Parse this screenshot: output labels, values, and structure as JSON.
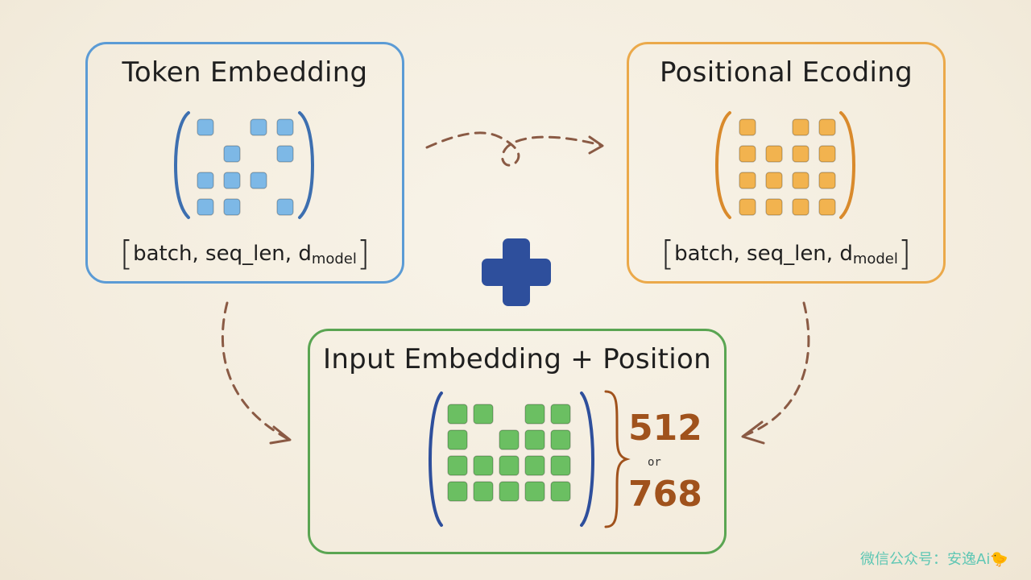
{
  "token_box": {
    "title": "Token Embedding",
    "shape_main": "batch, seq_len, d",
    "shape_sub": "model",
    "color": "#5b9bd5",
    "cell_color": "#7db8e6",
    "grid_pattern": [
      [
        1,
        0,
        1,
        1
      ],
      [
        0,
        1,
        0,
        1
      ],
      [
        1,
        1,
        1,
        0
      ],
      [
        1,
        1,
        0,
        1
      ]
    ]
  },
  "positional_box": {
    "title": "Positional Ecoding",
    "shape_main": "batch, seq_len, d",
    "shape_sub": "model",
    "color": "#eba94a",
    "cell_color": "#f2b34f",
    "grid_pattern": [
      [
        1,
        0,
        1,
        1
      ],
      [
        1,
        1,
        1,
        1
      ],
      [
        1,
        1,
        1,
        1
      ],
      [
        1,
        1,
        1,
        1
      ]
    ]
  },
  "input_box": {
    "title": "Input Embedding + Position",
    "color": "#5aa552",
    "cell_color": "#6bbf62",
    "grid_pattern": [
      [
        1,
        1,
        0,
        1,
        1
      ],
      [
        1,
        0,
        1,
        1,
        1
      ],
      [
        1,
        1,
        1,
        1,
        1
      ],
      [
        1,
        1,
        1,
        1,
        1
      ]
    ],
    "dimension_top": "512",
    "dimension_or": "or",
    "dimension_bottom": "768"
  },
  "operator": {
    "symbol": "plus",
    "color": "#2e4f9c"
  },
  "watermark": "微信公众号：安逸Ai🐤"
}
